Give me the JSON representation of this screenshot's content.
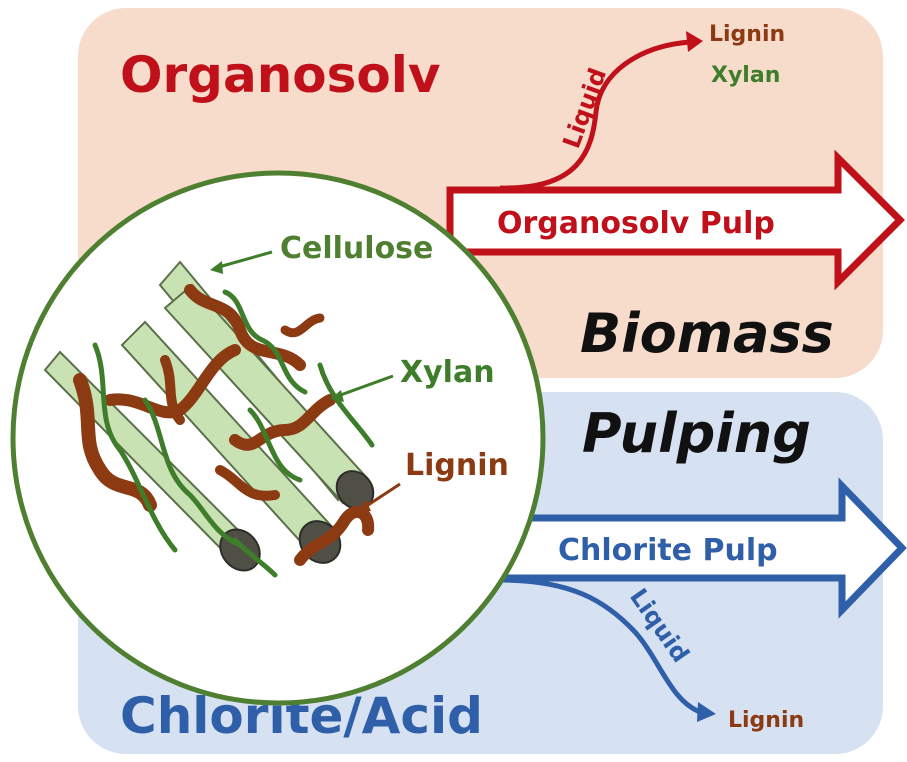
{
  "top_panel": {
    "title": "Organosolv",
    "liquid_label": "Liquid",
    "outputs": [
      "Lignin",
      "Xylan"
    ],
    "pulp_label": "Organosolv Pulp"
  },
  "center": {
    "line1": "Biomass",
    "line2": "Pulping"
  },
  "bottom_panel": {
    "title": "Chlorite/Acid",
    "liquid_label": "Liquid",
    "output": "Lignin",
    "pulp_label": "Chlorite Pulp"
  },
  "biomass_circle": {
    "cellulose_label": "Cellulose",
    "xylan_label": "Xylan",
    "lignin_label": "Lignin"
  },
  "colors": {
    "organosolv_red": "#c0101a",
    "chlorite_blue": "#2f5fa8",
    "top_bg": "#f7dccc",
    "bottom_bg": "#d6e1f2",
    "lignin_brown": "#8b3a12",
    "xylan_green": "#3e7d2a",
    "cellulose_fill": "#c9e2b3"
  }
}
